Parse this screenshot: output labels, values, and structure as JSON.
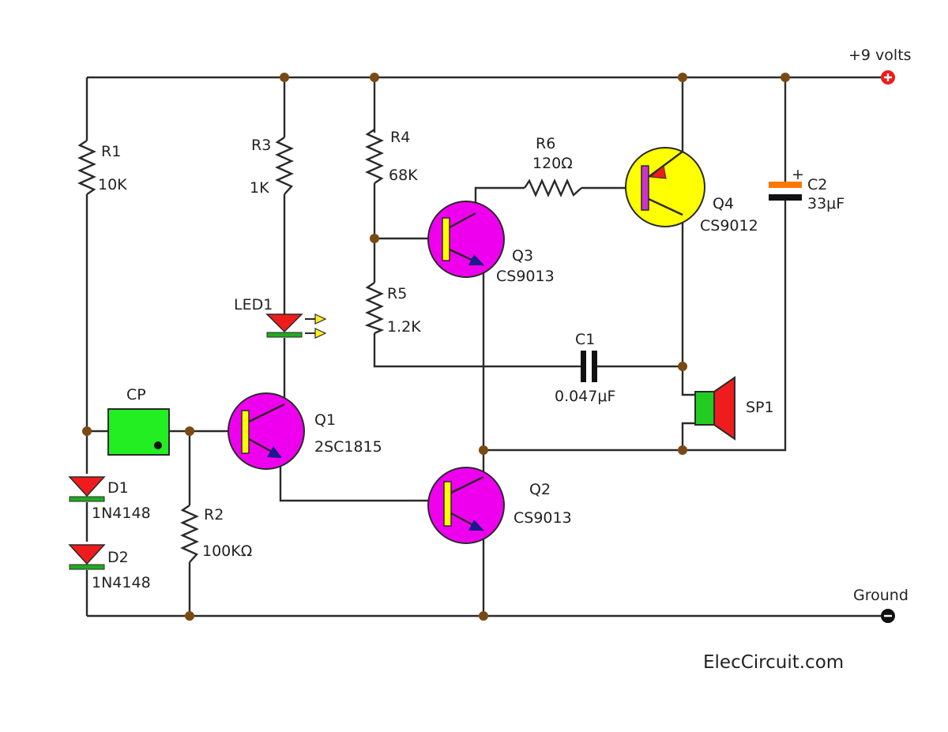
{
  "colors": {
    "wire": "#2a2a2a",
    "node": "#7a4a14",
    "transistor_npn": "#ee00ee",
    "transistor_pnp": "#ffff00",
    "base_bar": "#ffff00",
    "pnp_base_bar": "#cc33cc",
    "led_red": "#ee1c1c",
    "led_bar": "#22aa22",
    "diode_red": "#ee1c1c",
    "diode_bar": "#22aa22",
    "cap_plate_top": "#ff7700",
    "cap_plate_bottom": "#111111",
    "cp_box": "#22ee22",
    "speaker_body": "#22cc22",
    "speaker_cone": "#ee1c1c",
    "terminal_plus": "#ee1c1c",
    "terminal_minus": "#111111",
    "emitter_arrow": "#1a1a8c"
  },
  "labels": {
    "supply": "+9 volts",
    "ground": "Ground",
    "brand": "ElecCircuit.com",
    "r1_name": "R1",
    "r1_value": "10K",
    "r2_name": "R2",
    "r2_value": "100KΩ",
    "r3_name": "R3",
    "r3_value": "1K",
    "r4_name": "R4",
    "r4_value": "68K",
    "r5_name": "R5",
    "r5_value": "1.2K",
    "r6_name": "R6",
    "r6_value": "120Ω",
    "c1_name": "C1",
    "c1_value": "0.047μF",
    "c2_name": "C2",
    "c2_value": "33μF",
    "c2_polarity": "+",
    "led1_name": "LED1",
    "cp_name": "CP",
    "d1_name": "D1",
    "d1_part": "1N4148",
    "d2_name": "D2",
    "d2_part": "1N4148",
    "q1_name": "Q1",
    "q1_part": "2SC1815",
    "q2_name": "Q2",
    "q2_part": "CS9013",
    "q3_name": "Q3",
    "q3_part": "CS9013",
    "q4_name": "Q4",
    "q4_part": "CS9012",
    "sp1_name": "SP1"
  },
  "icons": {
    "supply_terminal": "plus-terminal-icon",
    "ground_terminal": "minus-terminal-icon",
    "led_light": "emission-arrows-icon"
  }
}
